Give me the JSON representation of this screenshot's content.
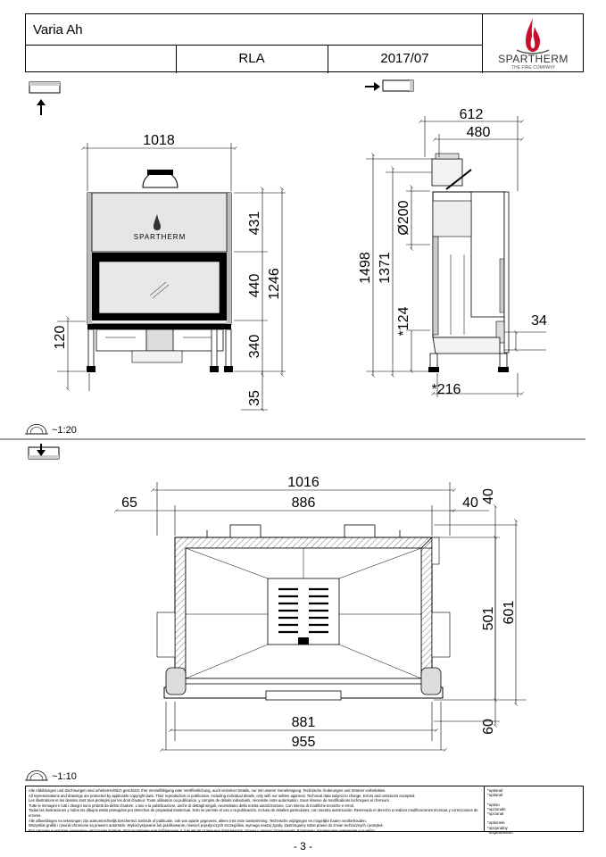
{
  "header": {
    "product": "Varia Ah",
    "model": "RLA",
    "date": "2017/07",
    "brand": "SPARTHERM",
    "brand_tagline": "THE FIRE COMPANY",
    "logo_icon": "flame-icon"
  },
  "view_symbols": [
    "view-top-arrow-icon",
    "view-side-arrow-icon",
    "view-plan-arrow-icon"
  ],
  "front_view": {
    "overall_width": "1018",
    "heights": [
      "431",
      "440",
      "340"
    ],
    "total_height": "1246",
    "foot_height": "35",
    "left_offset": "120",
    "nameplate": "SPARTHERM"
  },
  "side_view": {
    "overall_depth": "612",
    "depth_collar": "480",
    "total_height": "1498",
    "height_collar": "1371",
    "flue_diameter": "Ø200",
    "air_inlet_height": "*124",
    "air_inlet_depth": "*216",
    "rear_offset": "34"
  },
  "scale_top": "~1:20",
  "plan_view": {
    "overall_width": "1016",
    "inner_width": "886",
    "left_margin": "65",
    "right_margin": "40",
    "top_margin": "40",
    "depth_inner": "501",
    "depth_outer": "601",
    "opening_width": "881",
    "base_width": "955",
    "front_offset": "60"
  },
  "scale_bottom": "~1:10",
  "footer": {
    "disclaimer": "Alle Abbildungen und Zeichnungen sind urheberrechtlich geschützt. Ihre Vervielfältigung oder Veröffentlichung, auch einzelner Details, nur mit unserer Genehmigung. Technische Änderungen und Irrtümer vorbehalten.\nAll representations and drawings are protected by applicable copyright laws. Their reproduction or publication, including individual details, only with our written approval. Technical data subject to change. Errors and omissions excepted.\nLes illustrations et les dessins sont tous protégés par les droit d'auteur. Toute utilisation ou publication, y compris de détails individuels, nécessite notre autorisation. Sous réserve de modifications techniques et d'erreurs.\nTutte le immagini e tutti i disegni sono protetti da diritto d'autore. L'uso e la pubblicazione, anche di dettagli singoli, necessitano della nostra autorizzazione. Con riserva di modifiche tecniche e errori.\nTodas las ilustraciones y todos los dibujos están protegidos por derechos de propiedad intelectual. Solo se permite el uso o la publicación, incluso de detalles particulares, con nuestra autorización. Reservado el derecho a realizar modificaciones técnicas y correcciones de errores.\nAlle afbeeldingen en tekeningen zijn auteursrechtelijk beschermd. Gebruik of publicatie, ook van aparte gegevens, alleen met onze toestemming. Technische wijzigingen en mogelijke fouten voorbehouden.\nWszystkie grafiki i rysunki chronione są prawem autorskim. Wykorzystywanie lub publikowanie, również pojedynczych szczegółów, wymaga naszej zgody. Zastrzegamy sobie prawo do zmian technicznych i pomyłek.\nВсе рисунки и чертежи защищены авторским правом. Использование или публикация, в том числе отдельных фрагментов, только с нашего разрешения. Возможны технические изменения и ошибки.",
    "notes": "*optional\n*optional\n\n*option\n*opzionale\n*opcional\n\n*optionele\n*opcjonalny\n*опционально",
    "page_number": "- 3 -"
  }
}
